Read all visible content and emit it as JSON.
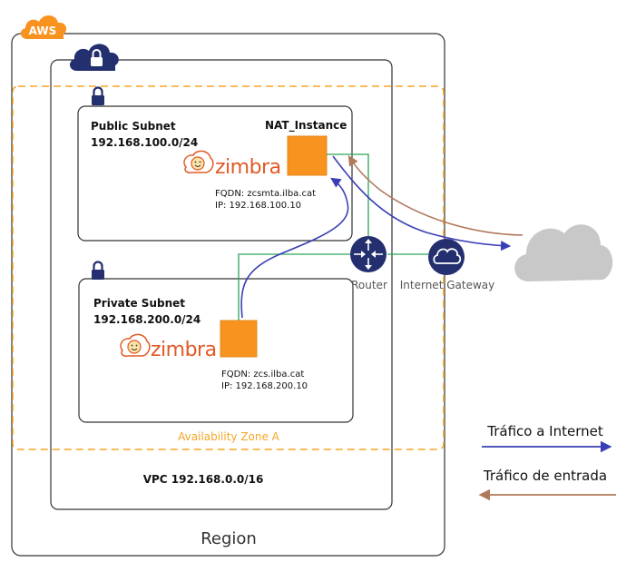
{
  "aws_badge": "AWS",
  "region": {
    "label": "Region"
  },
  "vpc": {
    "label": "VPC 192.168.0.0/16"
  },
  "availability_zone": {
    "label": "Availability Zone A"
  },
  "public_subnet": {
    "title": "Public Subnet",
    "cidr": "192.168.100.0/24",
    "instance_label": "NAT_Instance",
    "logo_text": "zimbra",
    "fqdn": "FQDN: zcsmta.ilba.cat",
    "ip": "IP: 192.168.100.10"
  },
  "private_subnet": {
    "title": "Private Subnet",
    "cidr": "192.168.200.0/24",
    "logo_text": "zimbra",
    "fqdn": "FQDN: zcs.ilba.cat",
    "ip": "IP: 192.168.200.10"
  },
  "router": {
    "label": "Router"
  },
  "internet_gateway": {
    "label": "Internet Gateway"
  },
  "legend": {
    "outbound": {
      "label": "Tráfico a Internet",
      "color": "#3b3fb6"
    },
    "inbound": {
      "label": "Tráfico de entrada",
      "color": "#b0785a"
    }
  },
  "colors": {
    "instance": "#f7931e",
    "route_line": "#2ea35a",
    "az_dash": "#f5a623",
    "router_fill": "#232f6e",
    "cloud": "#c8c8c8",
    "vpc_badge": "#232f6e",
    "aws_badge": "#f7931e"
  }
}
